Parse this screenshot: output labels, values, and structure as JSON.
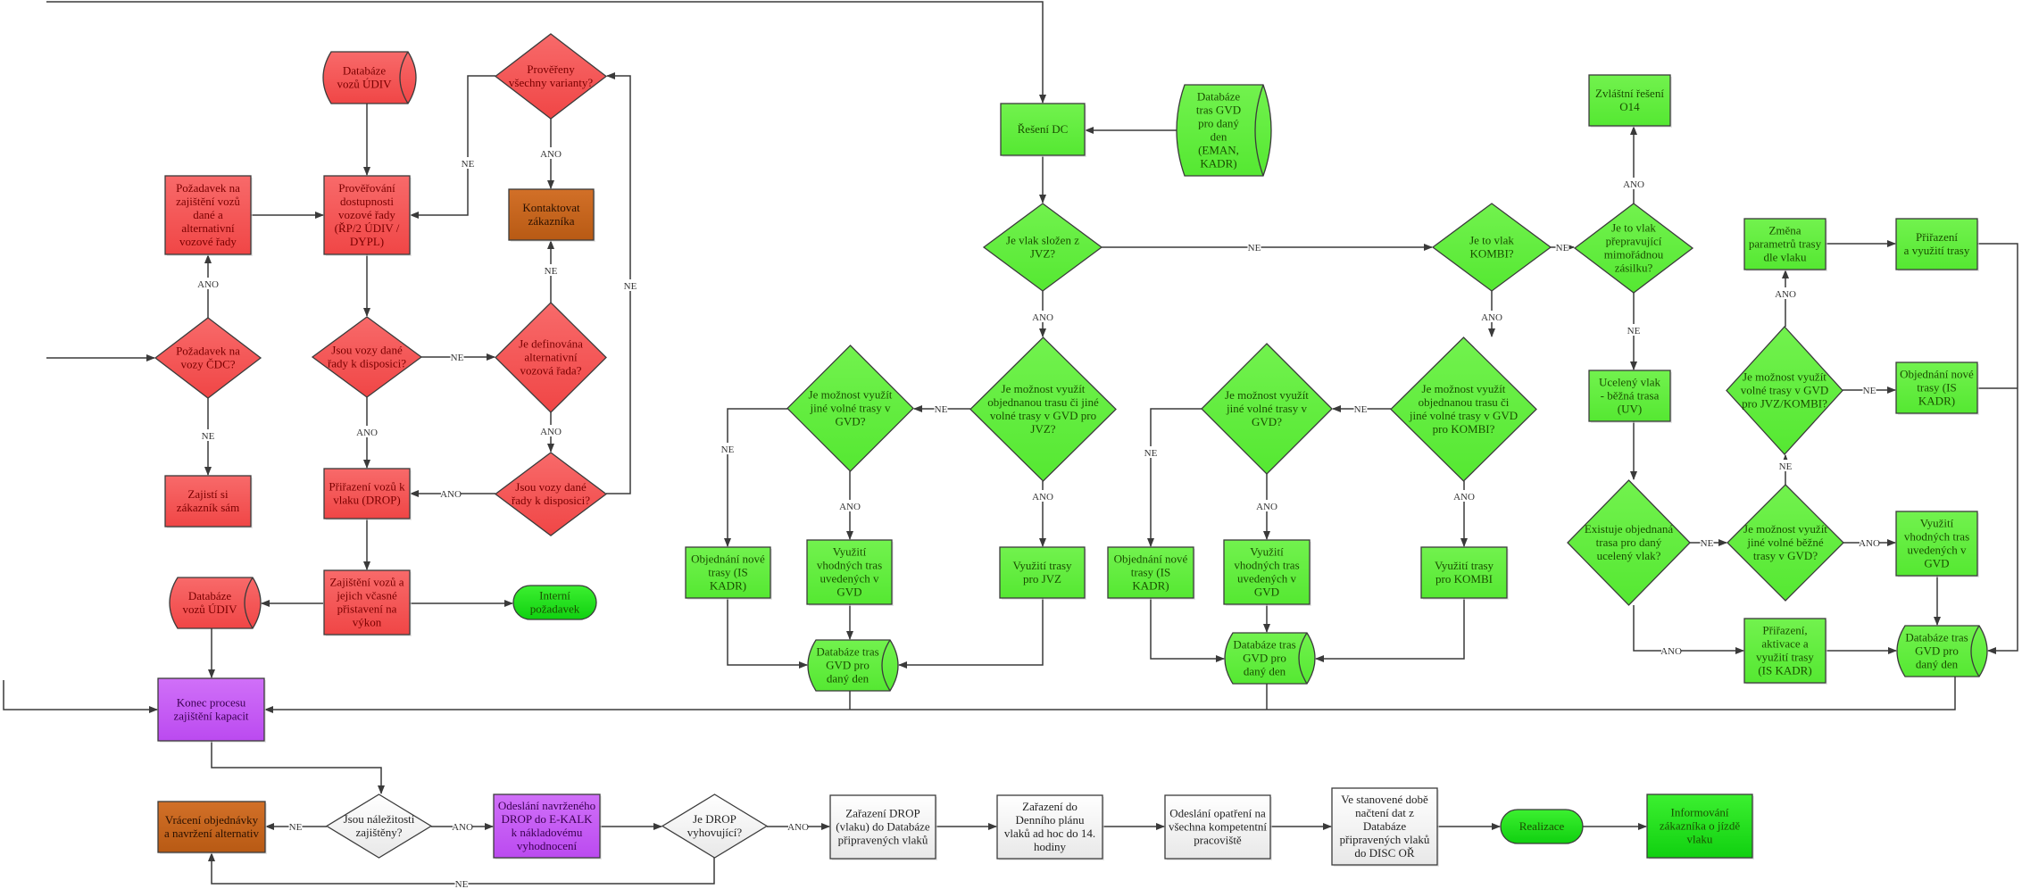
{
  "colors": {
    "red": "#f65a5a",
    "red_text": "#7a0000",
    "green": "#63f040",
    "green_text": "#1a4d00",
    "bright_green": "#22e81a",
    "purple": "#c85af5",
    "purple_text": "#3a0050",
    "orange": "#c8631a",
    "orange_text": "#2a1000",
    "gray": "#f2f2f2",
    "gray_text": "#222222",
    "edge": "#3a3a3a"
  },
  "nodes": [
    {
      "id": "db_udiv_top",
      "type": "database",
      "color": "red",
      "lines": [
        "Databáze",
        "vozů ÚDIV"
      ]
    },
    {
      "id": "proverovani",
      "type": "process",
      "color": "red",
      "lines": [
        "Prověřování",
        "dostupnosti",
        "vozové řady",
        "(ŘP/2 ÚDIV /",
        "DYPL)"
      ]
    },
    {
      "id": "pozadavek_zajisteni",
      "type": "process",
      "color": "red",
      "lines": [
        "Požadavek na",
        "zajištění vozů",
        "dané a",
        "alternativní",
        "vozové řady"
      ]
    },
    {
      "id": "provereny_varianty",
      "type": "decision",
      "color": "red",
      "lines": [
        "Prověřeny",
        "všechny varianty?"
      ]
    },
    {
      "id": "kontaktovat",
      "type": "process",
      "color": "orange",
      "lines": [
        "Kontaktovat",
        "zákazníka"
      ]
    },
    {
      "id": "pozadavek_cdc",
      "type": "decision",
      "color": "red",
      "lines": [
        "Požadavek na",
        "vozy ČDC?"
      ]
    },
    {
      "id": "jsou_vozy_1",
      "type": "decision",
      "color": "red",
      "lines": [
        "Jsou vozy dané",
        "řady k disposici?"
      ]
    },
    {
      "id": "je_definovana",
      "type": "decision",
      "color": "red",
      "lines": [
        "Je definována",
        "alternativní",
        "vozová řada?"
      ]
    },
    {
      "id": "zajisti_si",
      "type": "process",
      "color": "red",
      "lines": [
        "Zajistí si",
        "zákazník sám"
      ]
    },
    {
      "id": "prirazeni_drop",
      "type": "process",
      "color": "red",
      "lines": [
        "Přiřazení vozů k",
        "vlaku (DROP)"
      ]
    },
    {
      "id": "jsou_vozy_2",
      "type": "decision",
      "color": "red",
      "lines": [
        "Jsou vozy dané",
        "řady k disposici?"
      ]
    },
    {
      "id": "zajisteni_vozu",
      "type": "process",
      "color": "red",
      "lines": [
        "Zajištění vozů a",
        "jejich včasné",
        "přistavení na",
        "výkon"
      ]
    },
    {
      "id": "db_udiv_bottom",
      "type": "database",
      "color": "red",
      "lines": [
        "Databáze",
        "vozů ÚDIV"
      ]
    },
    {
      "id": "interni",
      "type": "terminator",
      "color": "bright_green",
      "lines": [
        "Interní",
        "požadavek"
      ]
    },
    {
      "id": "konec",
      "type": "process",
      "color": "purple",
      "lines": [
        "Konec procesu",
        "zajištění kapacit"
      ]
    },
    {
      "id": "reseni_dc",
      "type": "process",
      "color": "green",
      "lines": [
        "Řešení DC"
      ]
    },
    {
      "id": "db_gvd_eman",
      "type": "database",
      "color": "green",
      "lines": [
        "Databáze",
        "tras GVD",
        "pro daný",
        "den",
        "(EMAN,",
        "KADR)"
      ]
    },
    {
      "id": "je_vlak_jvz",
      "type": "decision",
      "color": "green",
      "lines": [
        "Je vlak složen z",
        "JVZ?"
      ]
    },
    {
      "id": "je_to_kombi",
      "type": "decision",
      "color": "green",
      "lines": [
        "Je to vlak",
        "KOMBI?"
      ]
    },
    {
      "id": "je_mimoradna",
      "type": "decision",
      "color": "green",
      "lines": [
        "Je to vlak",
        "přepravující",
        "mimořádnou",
        "zásilku?"
      ]
    },
    {
      "id": "zvlastni_o14",
      "type": "process",
      "color": "green",
      "lines": [
        "Zvláštní řešení",
        "O14"
      ]
    },
    {
      "id": "moznost_jvz",
      "type": "decision",
      "color": "green",
      "lines": [
        "Je možnost využít",
        "objednanou trasu či jiné",
        "volné trasy v GVD pro",
        "JVZ?"
      ]
    },
    {
      "id": "moznost_jine_1",
      "type": "decision",
      "color": "green",
      "lines": [
        "Je možnost využít",
        "jiné volné trasy v",
        "GVD?"
      ]
    },
    {
      "id": "objednani_1",
      "type": "process",
      "color": "green",
      "lines": [
        "Objednání nové",
        "trasy (IS",
        "KADR)"
      ]
    },
    {
      "id": "vyuziti_vhodnych_1",
      "type": "process",
      "color": "green",
      "lines": [
        "Využití",
        "vhodných tras",
        "uvedených v",
        "GVD"
      ]
    },
    {
      "id": "vyuziti_jvz",
      "type": "process",
      "color": "green",
      "lines": [
        "Využití trasy",
        "pro JVZ"
      ]
    },
    {
      "id": "db_gvd_1",
      "type": "database",
      "color": "green",
      "lines": [
        "Databáze tras",
        "GVD pro",
        "daný den"
      ]
    },
    {
      "id": "moznost_kombi",
      "type": "decision",
      "color": "green",
      "lines": [
        "Je možnost využít",
        "objednanou trasu či",
        "jiné volné trasy v GVD",
        "pro KOMBI?"
      ]
    },
    {
      "id": "moznost_jine_2",
      "type": "decision",
      "color": "green",
      "lines": [
        "Je možnost využít",
        "jiné volné trasy v",
        "GVD?"
      ]
    },
    {
      "id": "objednani_2",
      "type": "process",
      "color": "green",
      "lines": [
        "Objednání nové",
        "trasy (IS",
        "KADR)"
      ]
    },
    {
      "id": "vyuziti_vhodnych_2",
      "type": "process",
      "color": "green",
      "lines": [
        "Využití",
        "vhodných tras",
        "uvedených v",
        "GVD"
      ]
    },
    {
      "id": "vyuziti_kombi",
      "type": "process",
      "color": "green",
      "lines": [
        "Využití trasy",
        "pro KOMBI"
      ]
    },
    {
      "id": "db_gvd_2",
      "type": "database",
      "color": "green",
      "lines": [
        "Databáze tras",
        "GVD pro",
        "daný den"
      ]
    },
    {
      "id": "uceleny_vlak",
      "type": "process",
      "color": "green",
      "lines": [
        "Ucelený vlak",
        "- běžná trasa",
        "(UV)"
      ]
    },
    {
      "id": "existuje_trasa",
      "type": "decision",
      "color": "green",
      "lines": [
        "Existuje objednaná",
        "trasa pro daný",
        "ucelený vlak?"
      ]
    },
    {
      "id": "moznost_bezne",
      "type": "decision",
      "color": "green",
      "lines": [
        "Je možnost využít",
        "jiné volné běžné",
        "trasy v GVD?"
      ]
    },
    {
      "id": "moznost_jvz_kombi",
      "type": "decision",
      "color": "green",
      "lines": [
        "Je možnost využít",
        "volné trasy v GVD",
        "pro JVZ/KOMBI?"
      ]
    },
    {
      "id": "zmena_parametru",
      "type": "process",
      "color": "green",
      "lines": [
        "Změna",
        "parametrů trasy",
        "dle vlaku"
      ]
    },
    {
      "id": "prirazeni_vyuziti",
      "type": "process",
      "color": "green",
      "lines": [
        "Přiřazení",
        "a využití trasy"
      ]
    },
    {
      "id": "objednani_3",
      "type": "process",
      "color": "green",
      "lines": [
        "Objednání nové",
        "trasy (IS",
        "KADR)"
      ]
    },
    {
      "id": "vyuziti_vhodnych_3",
      "type": "process",
      "color": "green",
      "lines": [
        "Využití",
        "vhodných tras",
        "uvedených v",
        "GVD"
      ]
    },
    {
      "id": "prirazeni_aktivace",
      "type": "process",
      "color": "green",
      "lines": [
        "Přiřazení,",
        "aktivace a",
        "využití trasy",
        "(IS KADR)"
      ]
    },
    {
      "id": "db_gvd_3",
      "type": "database",
      "color": "green",
      "lines": [
        "Databáze tras",
        "GVD pro",
        "daný den"
      ]
    },
    {
      "id": "vraceni",
      "type": "process",
      "color": "orange",
      "lines": [
        "Vrácení objednávky",
        "a navržení alternativ"
      ]
    },
    {
      "id": "jsou_nalezitosti",
      "type": "decision",
      "color": "gray",
      "lines": [
        "Jsou náležitosti",
        "zajištěny?"
      ]
    },
    {
      "id": "odeslani_drop",
      "type": "process",
      "color": "purple",
      "lines": [
        "Odeslání navrženého",
        "DROP do E-KALK",
        "k nákladovému",
        "vyhodnocení"
      ]
    },
    {
      "id": "je_drop",
      "type": "decision",
      "color": "gray",
      "lines": [
        "Je DROP",
        "vyhovující?"
      ]
    },
    {
      "id": "zarazeni_drop",
      "type": "process",
      "color": "gray",
      "lines": [
        "Zařazení DROP",
        "(vlaku) do Databáze",
        "připravených vlaků"
      ]
    },
    {
      "id": "zarazeni_denni",
      "type": "process",
      "color": "gray",
      "lines": [
        "Zařazení do",
        "Denního plánu",
        "vlaků ad hoc do 14.",
        "hodiny"
      ]
    },
    {
      "id": "odeslani_opatreni",
      "type": "process",
      "color": "gray",
      "lines": [
        "Odeslání opatření na",
        "všechna kompetentní",
        "pracoviště"
      ]
    },
    {
      "id": "ve_stanovene",
      "type": "process",
      "color": "gray",
      "lines": [
        "Ve stanovené době",
        "načtení dat z",
        "Databáze",
        "připravených vlaků",
        "do DISC OŘ"
      ]
    },
    {
      "id": "realizace",
      "type": "terminator",
      "color": "bright_green",
      "lines": [
        "Realizace"
      ]
    },
    {
      "id": "informovani",
      "type": "process",
      "color": "bright_green",
      "lines": [
        "Informování",
        "zákazníka o jízdě",
        "vlaku"
      ]
    }
  ],
  "edge_labels": {
    "ano": "ANO",
    "ne": "NE"
  }
}
